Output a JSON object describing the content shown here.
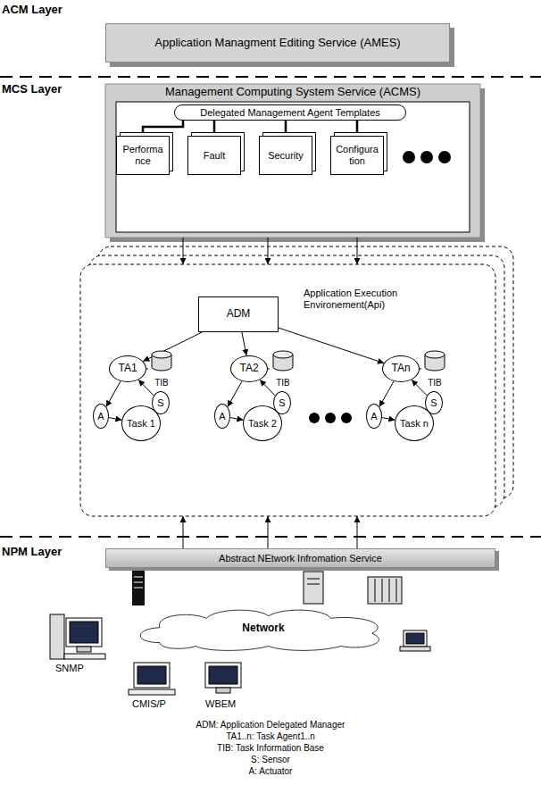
{
  "diagram": {
    "nodes": [
      {
        "text": [
          "Application Managment Editing Service (AMES)"
        ]
      },
      {
        "text": [
          "Management Computing System Service (ACMS)"
        ]
      },
      {
        "text": [
          "Delegated Management Agent Templates"
        ],
        "in": 1
      },
      {
        "text": [
          "Performa nce"
        ],
        "in": 1
      },
      {
        "text": [
          "Fault"
        ],
        "in": 1
      },
      {
        "text": [
          "Security"
        ],
        "in": 1
      },
      {
        "text": [
          "Configura tion"
        ],
        "in": 1
      },
      {
        "text": [
          "Application Execution Environement(Api)"
        ]
      },
      {
        "text": [
          "ADM"
        ],
        "in": 7
      },
      {
        "text": [
          "TA1"
        ],
        "in": 7
      },
      {
        "text": [
          "TIB"
        ],
        "in": 7
      },
      {
        "text": [
          "S"
        ],
        "in": 7
      },
      {
        "text": [
          "A"
        ],
        "in": 7
      },
      {
        "text": [
          "Task 1"
        ],
        "in": 7
      },
      {
        "text": [
          "TA2"
        ],
        "in": 7
      },
      {
        "text": [
          "TIB"
        ],
        "in": 7
      },
      {
        "text": [
          "S"
        ],
        "in": 7
      },
      {
        "text": [
          "A"
        ],
        "in": 7
      },
      {
        "text": [
          "Task 2"
        ],
        "in": 7
      },
      {
        "text": [
          "TAn"
        ],
        "in": 7
      },
      {
        "text": [
          "TIB"
        ],
        "in": 7
      },
      {
        "text": [
          "S"
        ],
        "in": 7
      },
      {
        "text": [
          "A"
        ],
        "in": 7
      },
      {
        "text": [
          "Task n"
        ],
        "in": 7
      },
      {
        "text": [
          "Abstract NEtwork Infromation Service"
        ]
      },
      {
        "text": [
          "Network"
        ]
      }
    ],
    "edges": [
      {
        "from": 1,
        "to": 7,
        "arrow": "to"
      },
      {
        "from": 1,
        "to": 7,
        "arrow": "to"
      },
      {
        "from": 1,
        "to": 7,
        "arrow": "to"
      },
      {
        "from": 2,
        "to": 3,
        "arrow": "none"
      },
      {
        "from": 2,
        "to": 4,
        "arrow": "none"
      },
      {
        "from": 2,
        "to": 5,
        "arrow": "none"
      },
      {
        "from": 2,
        "to": 6,
        "arrow": "none"
      },
      {
        "from": 8,
        "to": 9,
        "arrow": "to"
      },
      {
        "from": 8,
        "to": 14,
        "arrow": "to"
      },
      {
        "from": 8,
        "to": 19,
        "arrow": "to"
      },
      {
        "from": 9,
        "to": 12,
        "arrow": "to"
      },
      {
        "from": 12,
        "to": 13,
        "arrow": "to"
      },
      {
        "from": 13,
        "to": 11,
        "arrow": "to"
      },
      {
        "from": 11,
        "to": 9,
        "arrow": "to"
      },
      {
        "from": 9,
        "to": 10,
        "arrow": "none"
      },
      {
        "from": 14,
        "to": 17,
        "arrow": "to"
      },
      {
        "from": 17,
        "to": 18,
        "arrow": "to"
      },
      {
        "from": 18,
        "to": 16,
        "arrow": "to"
      },
      {
        "from": 16,
        "to": 14,
        "arrow": "to"
      },
      {
        "from": 14,
        "to": 15,
        "arrow": "none"
      },
      {
        "from": 19,
        "to": 22,
        "arrow": "to"
      },
      {
        "from": 22,
        "to": 23,
        "arrow": "to"
      },
      {
        "from": 23,
        "to": 21,
        "arrow": "to"
      },
      {
        "from": 21,
        "to": 19,
        "arrow": "to"
      },
      {
        "from": 19,
        "to": 20,
        "arrow": "none"
      },
      {
        "from": 24,
        "to": 7,
        "arrow": "to"
      },
      {
        "from": 24,
        "to": 7,
        "arrow": "to"
      },
      {
        "from": 24,
        "to": 7,
        "arrow": "to"
      }
    ],
    "labels": [
      "ACM Layer",
      "MCS Layer",
      "NPM Layer",
      "SNMP",
      "CMIS/P",
      "WBEM",
      "ADM: Application Delegated Manager",
      "TA1..n: Task Agent1..n",
      "TIB: Task Information Base",
      "S: Sensor",
      "A: Actuator"
    ]
  }
}
